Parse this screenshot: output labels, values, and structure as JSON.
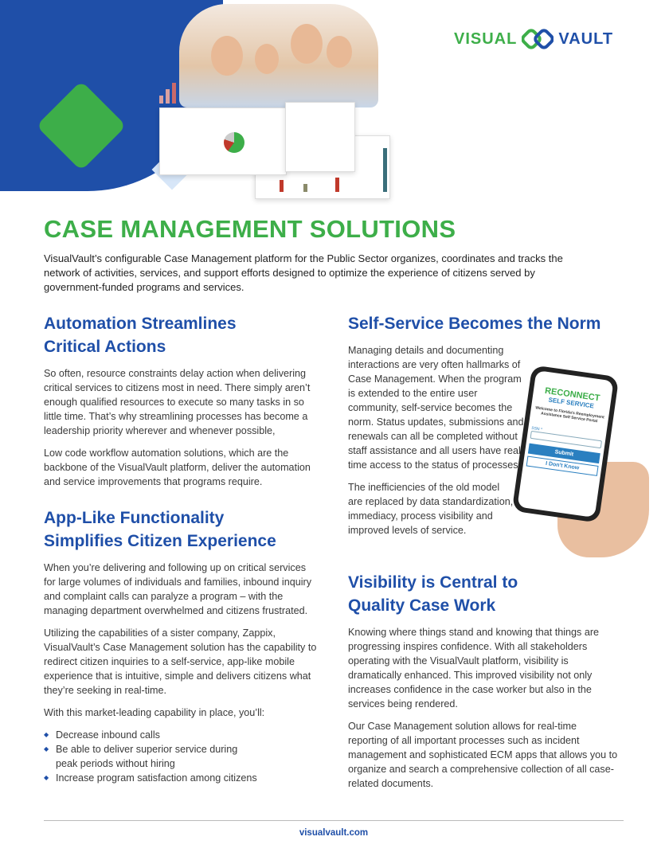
{
  "logo": {
    "left": "VISUAL",
    "right": "VAULT"
  },
  "title": "CASE MANAGEMENT SOLUTIONS",
  "intro": "VisualVault’s configurable Case Management platform for the Public Sector organizes, coordinates and tracks the network of activities, services, and support efforts designed to optimize the experience of citizens served by government-funded programs and services.",
  "left": {
    "s1": {
      "heading": "Automation Streamlines Critical Actions",
      "p1": "So often, resource constraints delay action when delivering critical services to citizens most in need. There simply aren’t enough qualified resources to execute so many tasks in so little time. That’s why streamlining processes has become a leadership priority wherever and whenever possible,",
      "p2": "Low code workflow automation solutions, which are the backbone of the VisualVault platform, deliver the automation and service improvements that programs require."
    },
    "s2": {
      "heading": "App-Like Functionality Simplifies Citizen Experience",
      "p1": "When you’re delivering and following up on critical services for large volumes of individuals and families, inbound inquiry and complaint calls can paralyze a program – with the managing department overwhelmed and citizens frustrated.",
      "p2": "Utilizing the capabilities of a sister company, Zappix, VisualVault’s Case Management solution has the capability to redirect citizen inquiries to a self-service, app-like mobile experience that is intuitive, simple and delivers citizens what they’re seeking in real-time.",
      "p3": "With this market-leading capability in place, you’ll:",
      "bullets": [
        "Decrease inbound calls",
        "Be able to deliver superior service during peak periods without hiring",
        "Increase program satisfaction among citizens"
      ]
    }
  },
  "right": {
    "s1": {
      "heading": "Self-Service Becomes the Norm",
      "p1": "Managing details and documenting interactions are very often hallmarks of Case Management. When the program is extended to the entire user community, self-service becomes the norm. Status updates, submissions and renewals can all be completed without staff assistance and all users have real-time access to the status of processes.",
      "p2": "The inefficiencies of the old model are replaced by data standardization, immediacy, process visibility and improved levels of service."
    },
    "s2": {
      "heading": "Visibility is Central to Quality Case Work",
      "p1": "Knowing where things stand and knowing that things are progressing inspires confidence. With all stakeholders operating with the VisualVault platform, visibility is dramatically enhanced. This improved visibility not only increases confidence in the case worker but also in the services being rendered.",
      "p2": "Our Case Management solution allows for real-time reporting of all important processes such as incident management and sophisticated ECM apps that allows you to organize and search a comprehensive collection of all case-related documents."
    }
  },
  "phone": {
    "brand": "RECONNECT",
    "sub": "SELF SERVICE",
    "welcome": "Welcome to Florida's Reemployment Assistance Self Service Portal",
    "field": "SSN *",
    "submit": "Submit",
    "dont_know": "I Don't Know"
  },
  "footer": "visualvault.com"
}
